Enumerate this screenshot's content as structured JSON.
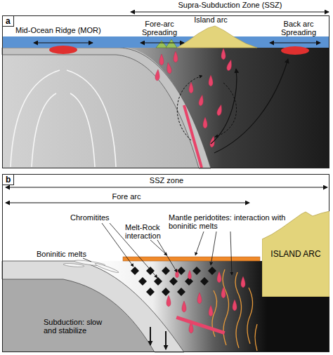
{
  "diagram": {
    "nodes": [
      {
        "text": [
          "a"
        ]
      },
      {
        "text": [
          "b"
        ]
      },
      {
        "text": [
          "ISLAND ARC"
        ],
        "in": 1
      }
    ],
    "labels": [
      "Supra-Subduction Zone (SSZ)",
      "Mid-Ocean Ridge (MOR)",
      "Island arc",
      "Fore-arc Spreading",
      "Back arc Spreading",
      "SSZ zone",
      "Fore arc",
      "Chromitites",
      "Melt-Rock interaction",
      "Mantle peridotites: interaction with boninitic melts",
      "Boninitic melts",
      "Subduction: slow and stabilize"
    ]
  }
}
